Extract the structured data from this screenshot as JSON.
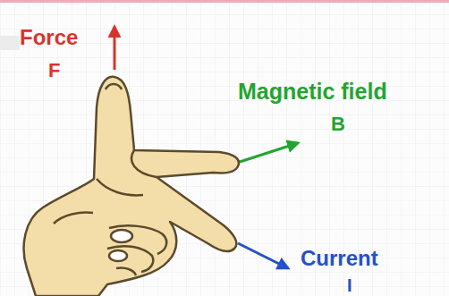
{
  "diagram": {
    "labels": [
      "Force",
      "F",
      "Magnetic field",
      "B",
      "Current",
      "I"
    ]
  }
}
